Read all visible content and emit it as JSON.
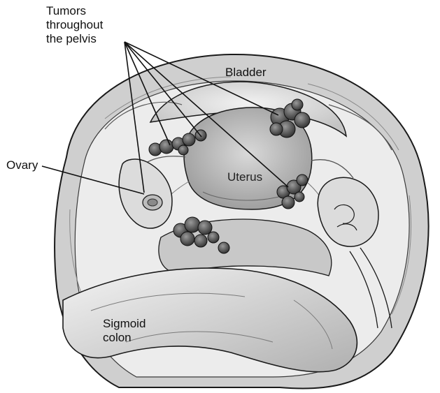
{
  "labels": {
    "tumors": [
      "Tumors",
      "throughout",
      "the pelvis"
    ],
    "bladder": "Bladder",
    "uterus": "Uterus",
    "ovary": "Ovary",
    "sigmoid_colon": [
      "Sigmoid",
      "colon"
    ]
  },
  "colors": {
    "line": "#1a1a1a",
    "tissue_light": "#e4e4e4",
    "tissue_mid": "#bdbdbd",
    "tissue_dark": "#6e6e6e",
    "tumor": "#4a4a4a"
  }
}
